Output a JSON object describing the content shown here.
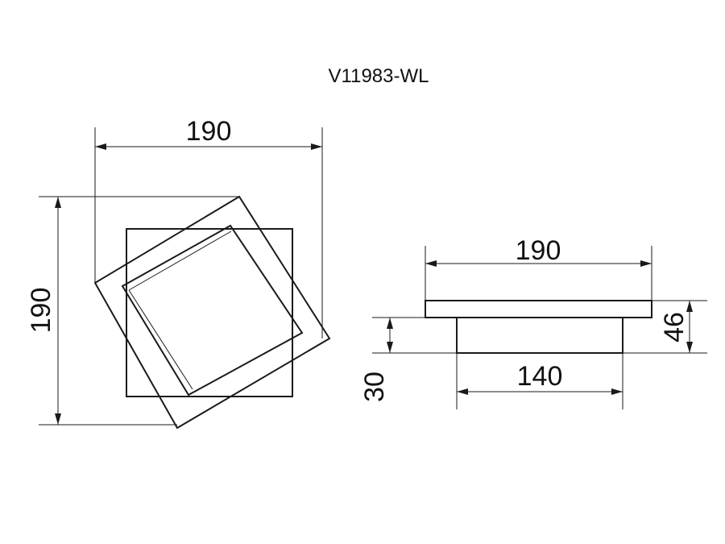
{
  "model_code": "V11983-WL",
  "front_view": {
    "width_label": "190",
    "height_label": "190"
  },
  "side_view": {
    "plate_width_label": "190",
    "body_width_label": "140",
    "total_depth_label": "46",
    "body_depth_label": "30"
  },
  "colors": {
    "line": "#1a1a1a",
    "background": "#ffffff"
  }
}
